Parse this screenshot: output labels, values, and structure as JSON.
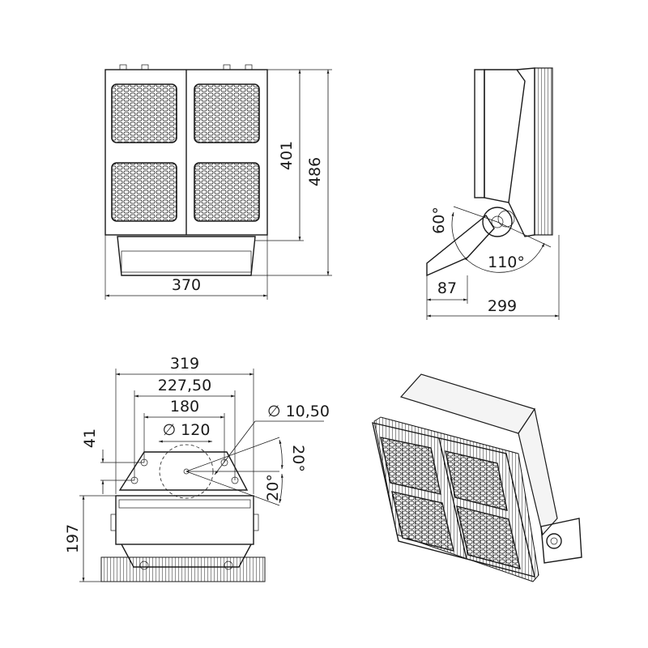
{
  "front_view": {
    "height_inner": "401",
    "height_total": "486",
    "width": "370"
  },
  "side_view": {
    "tilt_up": "60°",
    "tilt_range": "110°",
    "bracket_depth": "87",
    "depth": "299"
  },
  "bracket_view": {
    "width_total": "319",
    "hole_spacing_outer": "227,50",
    "hole_spacing_inner": "180",
    "center_diameter": "∅ 120",
    "hole_diameter": "∅ 10,50",
    "hole_offset": "41",
    "angle_up": "20°",
    "angle_down": "20°",
    "height": "197"
  }
}
